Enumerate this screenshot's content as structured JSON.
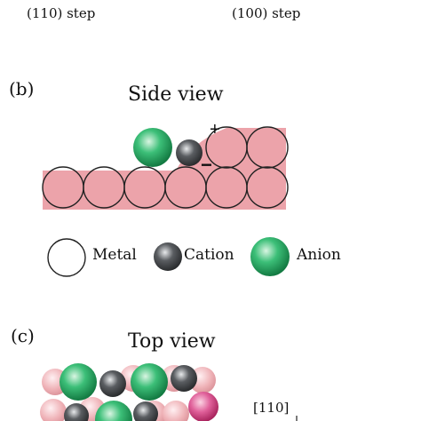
{
  "steps": {
    "left_label": "(110) step",
    "right_label": "(100) step"
  },
  "panel_b": {
    "label": "(b)",
    "title": "Side view",
    "plus": "+",
    "minus": "−"
  },
  "legend": [
    {
      "label": "Metal",
      "icon": "metal-sphere",
      "color": "#ffffff"
    },
    {
      "label": "Cation",
      "icon": "cation-sphere",
      "color": "#56595c"
    },
    {
      "label": "Anion",
      "icon": "anion-sphere",
      "color": "#2fb36a"
    }
  ],
  "panel_c": {
    "label": "(c)",
    "title": "Top view",
    "direction": "[110]"
  },
  "colors": {
    "metal_fill": "#eca3aa",
    "outline": "#222222",
    "cation": "#56595c",
    "anion": "#2fb36a",
    "magenta": "#d84d86"
  }
}
